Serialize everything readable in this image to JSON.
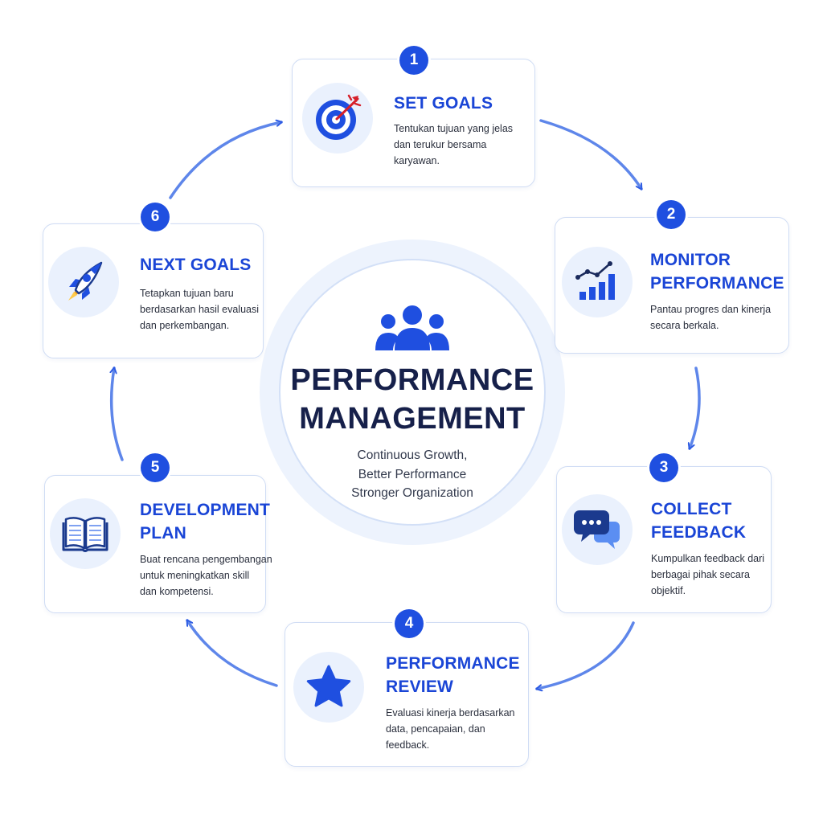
{
  "center": {
    "title_line1": "PERFORMANCE",
    "title_line2": "MANAGEMENT",
    "subtitle_lines": [
      "Continuous Growth,",
      "Better Performance",
      "Stronger Organization"
    ],
    "icon": "team-icon"
  },
  "steps": [
    {
      "number": "1",
      "title_lines": [
        "SET GOALS"
      ],
      "desc_lines": [
        "Tentukan tujuan yang jelas",
        "dan terukur bersama",
        "karyawan."
      ],
      "icon": "target-icon"
    },
    {
      "number": "2",
      "title_lines": [
        "MONITOR",
        "PERFORMANCE"
      ],
      "desc_lines": [
        "Pantau progres dan kinerja",
        "secara berkala."
      ],
      "icon": "growth-chart-icon"
    },
    {
      "number": "3",
      "title_lines": [
        "COLLECT",
        "FEEDBACK"
      ],
      "desc_lines": [
        "Kumpulkan feedback dari",
        "berbagai pihak secara",
        "objektif."
      ],
      "icon": "chat-bubbles-icon"
    },
    {
      "number": "4",
      "title_lines": [
        "PERFORMANCE",
        "REVIEW"
      ],
      "desc_lines": [
        "Evaluasi kinerja berdasarkan",
        "data, pencapaian, dan",
        "feedback."
      ],
      "icon": "star-icon"
    },
    {
      "number": "5",
      "title_lines": [
        "DEVELOPMENT",
        "PLAN"
      ],
      "desc_lines": [
        "Buat rencana pengembangan",
        "untuk meningkatkan skill",
        "dan kompetensi."
      ],
      "icon": "open-book-icon"
    },
    {
      "number": "6",
      "title_lines": [
        "NEXT GOALS"
      ],
      "desc_lines": [
        "Tetapkan tujuan baru",
        "berdasarkan hasil evaluasi",
        "dan perkembangan."
      ],
      "icon": "rocket-icon"
    }
  ],
  "colors": {
    "accent": "#1f4fe0",
    "title": "#1a45d6",
    "center_title": "#16204a",
    "arrow": "#3f6fe6",
    "card_border": "#cfdcf4",
    "icon_bg": "#eaf1fd"
  }
}
